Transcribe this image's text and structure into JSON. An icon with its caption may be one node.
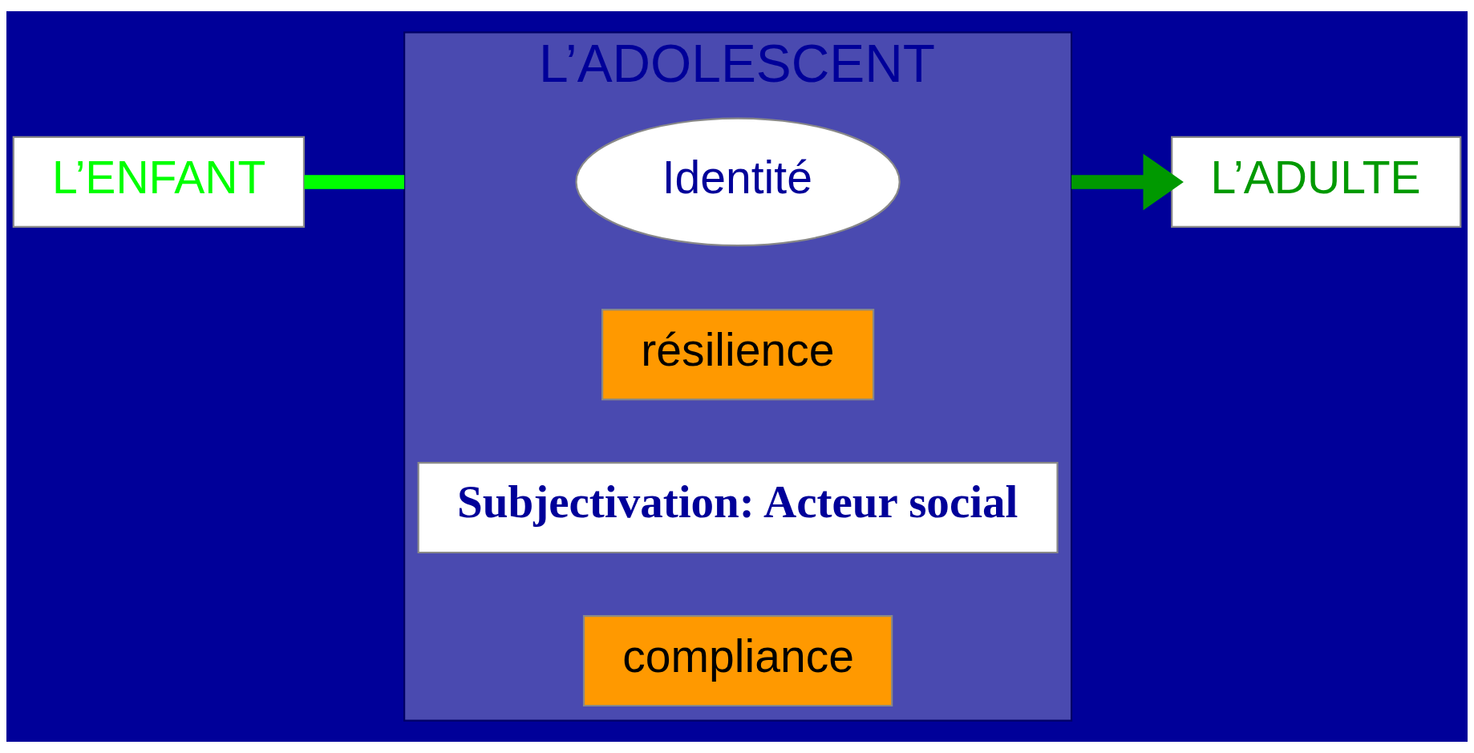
{
  "diagram": {
    "nodes": [
      {
        "text": [
          "L’ADULTE"
        ]
      },
      {
        "text": [
          "L’ADOLESCENT"
        ]
      },
      {
        "text": [
          "Identité"
        ],
        "in": 1
      },
      {
        "text": [
          "résilience"
        ],
        "in": 1
      },
      {
        "text": [
          "Subjectivation: Acteur social"
        ],
        "in": 1
      },
      {
        "text": [
          "compliance"
        ],
        "in": 1
      },
      {
        "text": [
          "L’ENFANT"
        ]
      }
    ],
    "edges": [
      {
        "from": 6,
        "to": 1,
        "arrow": "none",
        "color": "#00ff00"
      },
      {
        "from": 1,
        "to": 0,
        "arrow": "to",
        "color": "#009900"
      }
    ]
  }
}
